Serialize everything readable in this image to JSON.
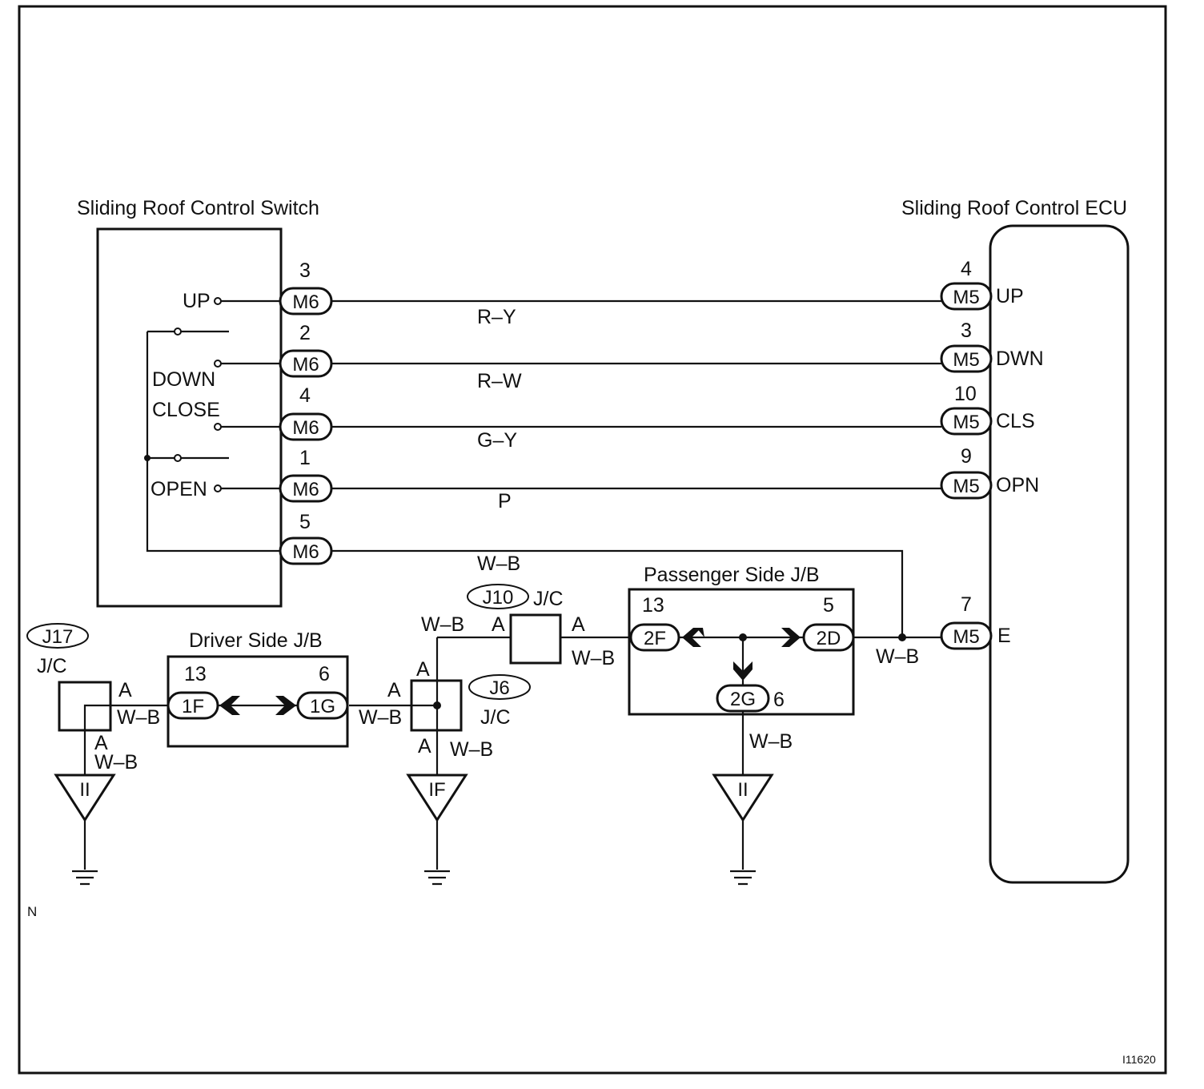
{
  "switch": {
    "title": "Sliding Roof Control Switch",
    "terminals": [
      "UP",
      "DOWN",
      "CLOSE",
      "OPEN"
    ],
    "connector": "M6",
    "pins": [
      "3",
      "2",
      "4",
      "1",
      "5"
    ]
  },
  "ecu": {
    "title": "Sliding Roof Control ECU",
    "connector": "M5",
    "pins": [
      "4",
      "3",
      "10",
      "9",
      "7"
    ],
    "terminals": [
      "UP",
      "DWN",
      "CLS",
      "OPN",
      "E"
    ]
  },
  "wire_colors": [
    "R–Y",
    "R–W",
    "G–Y",
    "P",
    "W–B"
  ],
  "passenger_jb": {
    "title": "Passenger Side J/B",
    "connectors": [
      "2F",
      "2D",
      "2G"
    ],
    "pins": [
      "13",
      "5",
      "6"
    ]
  },
  "driver_jb": {
    "title": "Driver Side J/B",
    "connectors": [
      "1F",
      "1G"
    ],
    "pins": [
      "13",
      "6"
    ]
  },
  "junctions": {
    "j10": "J10",
    "j6": "J6",
    "j17": "J17",
    "jc": "J/C",
    "terminal_a": "A"
  },
  "grounds": [
    "II",
    "IF",
    "II"
  ],
  "corner_mark": "N",
  "figure_code": "I11620"
}
